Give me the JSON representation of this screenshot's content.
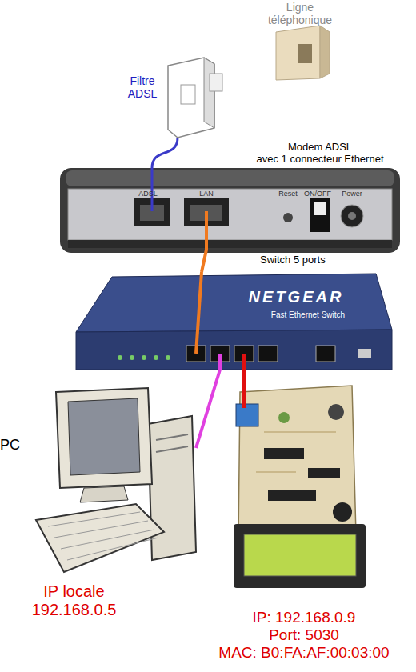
{
  "diagram": {
    "nodes": [
      {
        "text": [
          "Ligne téléphonique"
        ]
      },
      {
        "text": [
          "Filtre ADSL"
        ]
      },
      {
        "text": [
          "Modem ADSL",
          "avec 1 connecteur Ethernet",
          "ADSL",
          "LAN",
          "Reset",
          "ON/OFF",
          "Power"
        ]
      },
      {
        "text": [
          "Switch 5 ports",
          "NETGEAR",
          "Fast Ethernet Switch"
        ]
      },
      {
        "text": [
          "PC",
          "IP locale",
          "192.168.0.5"
        ]
      },
      {
        "text": [
          "IP: 192.168.0.9",
          "Port: 5030",
          "MAC: B0:FA:AF:00:03:00"
        ]
      }
    ],
    "edges": [
      {
        "from": 1,
        "to": 2,
        "arrow": "none"
      },
      {
        "from": 2,
        "to": 3,
        "arrow": "none"
      },
      {
        "from": 3,
        "to": 4,
        "arrow": "none"
      },
      {
        "from": 3,
        "to": 5,
        "arrow": "none"
      }
    ]
  }
}
